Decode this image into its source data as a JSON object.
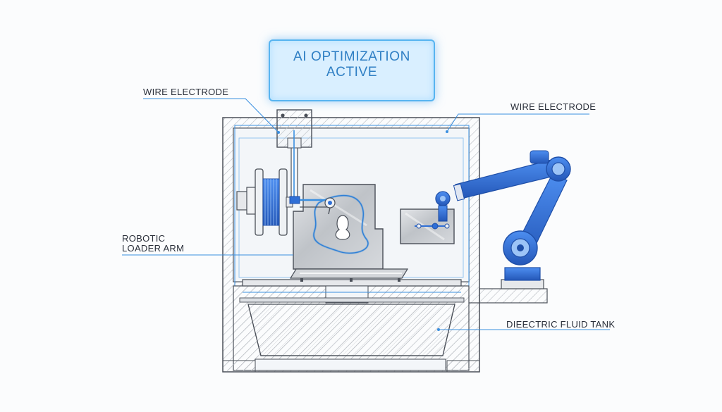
{
  "ai_panel": {
    "line1": "AI OPTIMIZATION",
    "line2": "ACTIVE"
  },
  "callouts": {
    "wire_electrode_left": "WIRE ELECTRODE",
    "wire_electrode_right": "WIRE ELECTRODE",
    "robotic_loader_arm_line1": "ROBOTIC",
    "robotic_loader_arm_line2": "LOADER ARM",
    "dielectric_tank": "DIEECTRIC FLUID TANK"
  },
  "colors": {
    "outline": "#4a4f58",
    "hatch": "#b8bcc2",
    "blue_line": "#3a8fe0",
    "robot_blue": "#2f6fd6",
    "metal": "#c9ccd1",
    "glow": "#57b4f0"
  }
}
